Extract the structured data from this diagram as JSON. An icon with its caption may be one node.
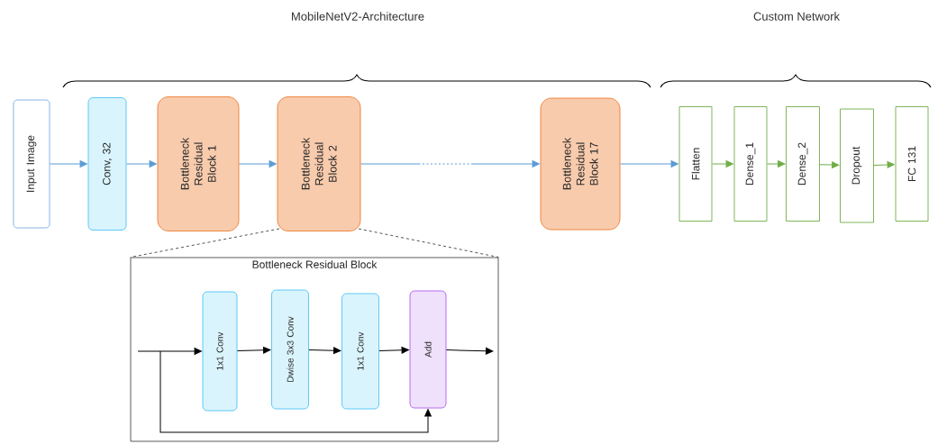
{
  "diagram": {
    "nodes": [
      {
        "text": [
          "Input Image"
        ]
      },
      {
        "text": [
          "Conv, 32"
        ]
      },
      {
        "text": [
          "Bottleneck Residual Block 1"
        ]
      },
      {
        "text": [
          "Bottleneck Residual Block 2"
        ]
      },
      {
        "text": [
          "Bottleneck Residual Block 17"
        ]
      },
      {
        "text": [
          "Flatten"
        ]
      },
      {
        "text": [
          "Dense_1"
        ]
      },
      {
        "text": [
          "Dense_2"
        ]
      },
      {
        "text": [
          "Dropout"
        ]
      },
      {
        "text": [
          "FC 131"
        ]
      },
      {
        "text": [
          "Bottleneck Residual Block"
        ]
      },
      {
        "text": [
          "1x1 Conv"
        ],
        "in": 10
      },
      {
        "text": [
          "Dwise 3x3 Conv"
        ],
        "in": 10
      },
      {
        "text": [
          "1x1 Conv"
        ],
        "in": 10
      },
      {
        "text": [
          "Add"
        ],
        "in": 10
      }
    ],
    "edges": [
      {
        "from": 0,
        "to": 1,
        "arrow": "to",
        "color": "#5b9bd5"
      },
      {
        "from": 1,
        "to": 2,
        "arrow": "to",
        "color": "#5b9bd5"
      },
      {
        "from": 2,
        "to": 3,
        "arrow": "to",
        "color": "#5b9bd5"
      },
      {
        "from": 3,
        "to": 4,
        "arrow": "to",
        "color": "#5b9bd5",
        "style": "dashed"
      },
      {
        "from": 4,
        "to": 5,
        "arrow": "to",
        "color": "#5b9bd5"
      },
      {
        "from": 5,
        "to": 6,
        "arrow": "to",
        "color": "#70ad47"
      },
      {
        "from": 6,
        "to": 7,
        "arrow": "to",
        "color": "#70ad47"
      },
      {
        "from": 7,
        "to": 8,
        "arrow": "to",
        "color": "#70ad47"
      },
      {
        "from": 8,
        "to": 9,
        "arrow": "to",
        "color": "#70ad47"
      },
      {
        "from": 3,
        "to": 10,
        "arrow": "none",
        "style": "dashed",
        "color": "#404040"
      },
      {
        "from": 3,
        "to": 10,
        "arrow": "none",
        "style": "dashed",
        "color": "#404040"
      },
      {
        "from": null,
        "to": 11,
        "arrow": "to",
        "color": "#000000"
      },
      {
        "from": 11,
        "to": 12,
        "arrow": "to",
        "color": "#000000"
      },
      {
        "from": 12,
        "to": 13,
        "arrow": "to",
        "color": "#000000"
      },
      {
        "from": 13,
        "to": 14,
        "arrow": "to",
        "color": "#000000"
      },
      {
        "from": 14,
        "to": null,
        "arrow": "to",
        "color": "#000000"
      },
      {
        "from": null,
        "to": 14,
        "arrow": "to",
        "color": "#000000"
      }
    ],
    "labels": [
      "MobileNetV2-Architecture",
      "Custom Network"
    ]
  }
}
